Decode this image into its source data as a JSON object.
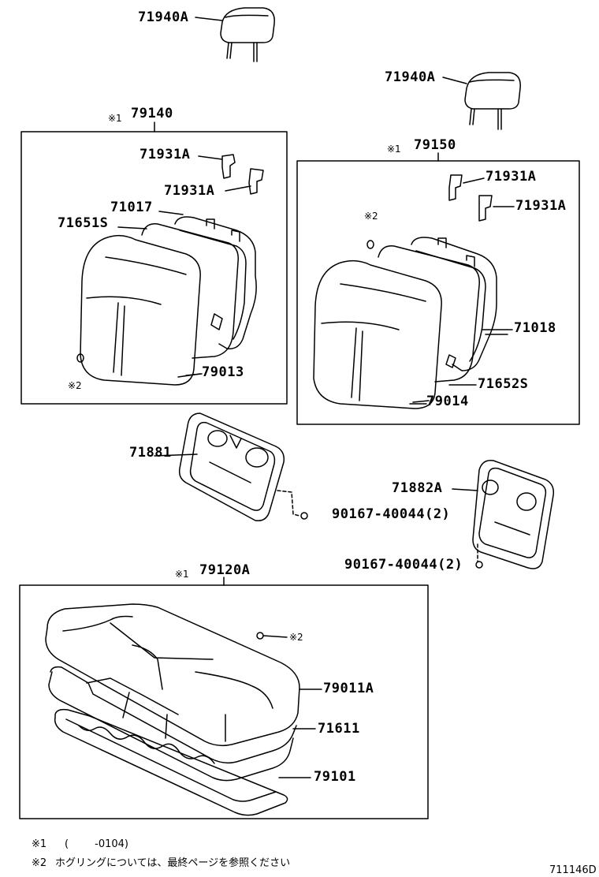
{
  "parts": {
    "headrest_left": "71940A",
    "headrest_right": "71940A",
    "group_left_mark": "※1",
    "group_left": "79140",
    "group_right_mark": "※1",
    "group_right": "79150",
    "support_l1": "71931A",
    "support_l2": "71931A",
    "support_r1": "71931A",
    "support_r2": "71931A",
    "frame_l": "71017",
    "spring_l": "71651S",
    "cover_l": "79013",
    "hog_mark_l": "※2",
    "hog_mark_r": "※2",
    "frame_r": "71018",
    "spring_r": "71652S",
    "cover_r": "79014",
    "panel_l": "71881",
    "panel_r": "71882A",
    "screw_1": "90167-40044(2)",
    "screw_2": "90167-40044(2)",
    "group_bottom_mark": "※1",
    "group_bottom": "79120A",
    "hog_mark_b": "※2",
    "cushion_cover": "79011A",
    "cushion_pad": "71611",
    "cushion_frame": "79101"
  },
  "notes": {
    "n1_mark": "※1",
    "n1_text": "(        -0104)",
    "n2_mark": "※2",
    "n2_text": "ホグリングについては、最終ページを参照ください"
  },
  "ref_code": "711146D"
}
